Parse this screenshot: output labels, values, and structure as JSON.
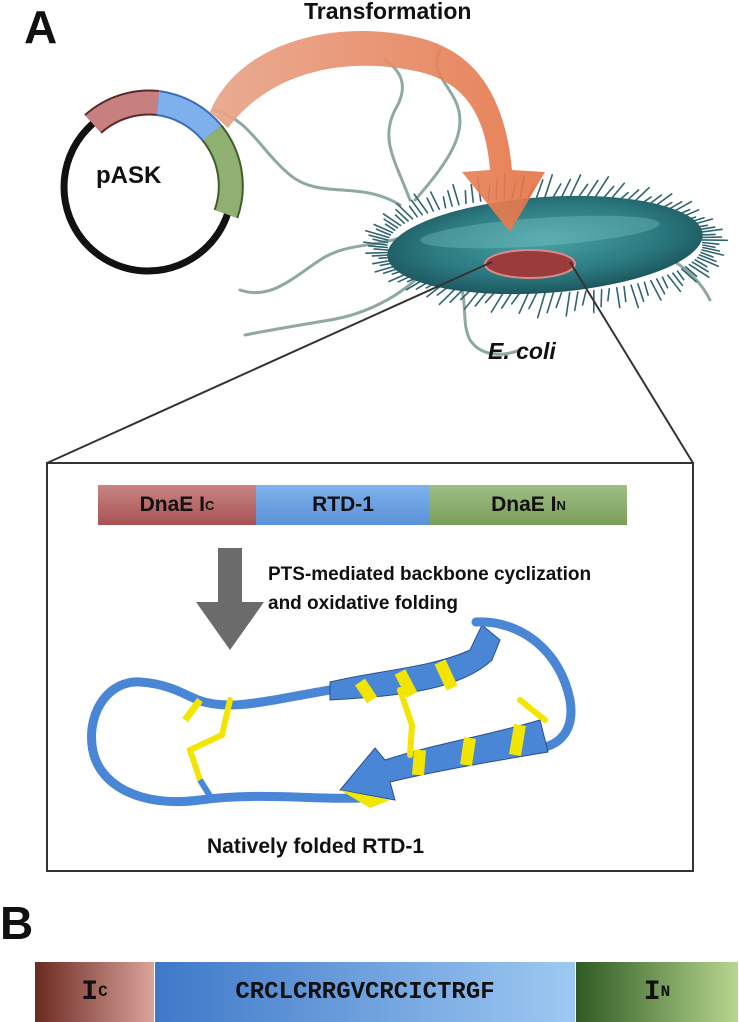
{
  "panel_a": {
    "letter": "A",
    "arrow_label": "Transformation",
    "plasmid_label": "pASK",
    "organism_label": "E. coli",
    "construct": {
      "ic_main": "DnaE I",
      "ic_sub": "C",
      "rtd_label": "RTD-1",
      "in_main": "DnaE I",
      "in_sub": "N"
    },
    "process_line1": "PTS-mediated backbone cyclization",
    "process_line2": "and oxidative folding",
    "product_label": "Natively folded RTD-1"
  },
  "panel_b": {
    "letter": "B",
    "ic_main": "I",
    "ic_sub": "C",
    "sequence": "CRCLCRRGVCRCICTRGF",
    "in_main": "I",
    "in_sub": "N"
  },
  "colors": {
    "intein_c": "#b56262",
    "rtd": "#6aa0e2",
    "intein_n": "#86a866",
    "arrow": "#e88763",
    "bacterium": "#2b7a80",
    "ribbon_blue": "#4a86d6",
    "disulfide_yellow": "#f2e600"
  }
}
